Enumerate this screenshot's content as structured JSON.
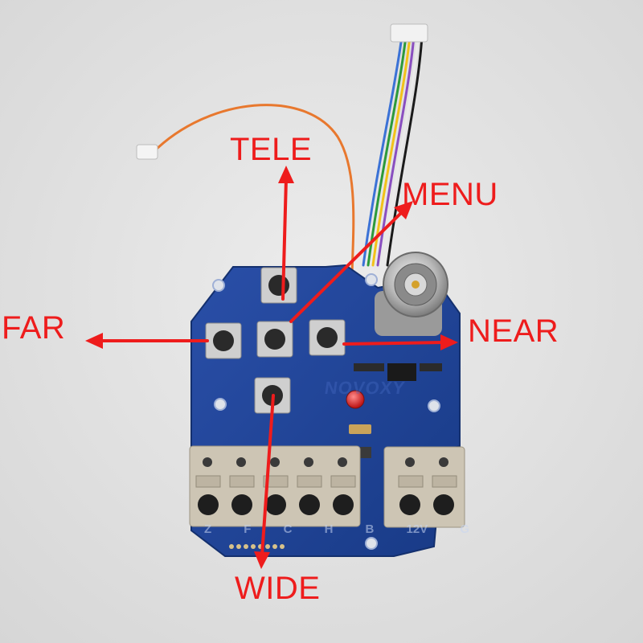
{
  "labels": {
    "tele": "TELE",
    "menu": "MENU",
    "far": "FAR",
    "near": "NEAR",
    "wide": "WIDE"
  },
  "board": {
    "brand_text": "NOVOXY",
    "terminal_labels": [
      "Z",
      "F",
      "C",
      "H",
      "B",
      "12V",
      "G"
    ]
  },
  "colors": {
    "background": "#e4e4e4",
    "pcb": "#1f3f8f",
    "pcb_edge": "#27489e",
    "annotation": "#ee1c1c",
    "terminal_block": "#cdc5b4",
    "button_cap": "#2a2a2a",
    "led": "#e02424"
  },
  "icons": {
    "arrow": "red-arrow-icon",
    "connector": "bnc-connector-icon"
  }
}
